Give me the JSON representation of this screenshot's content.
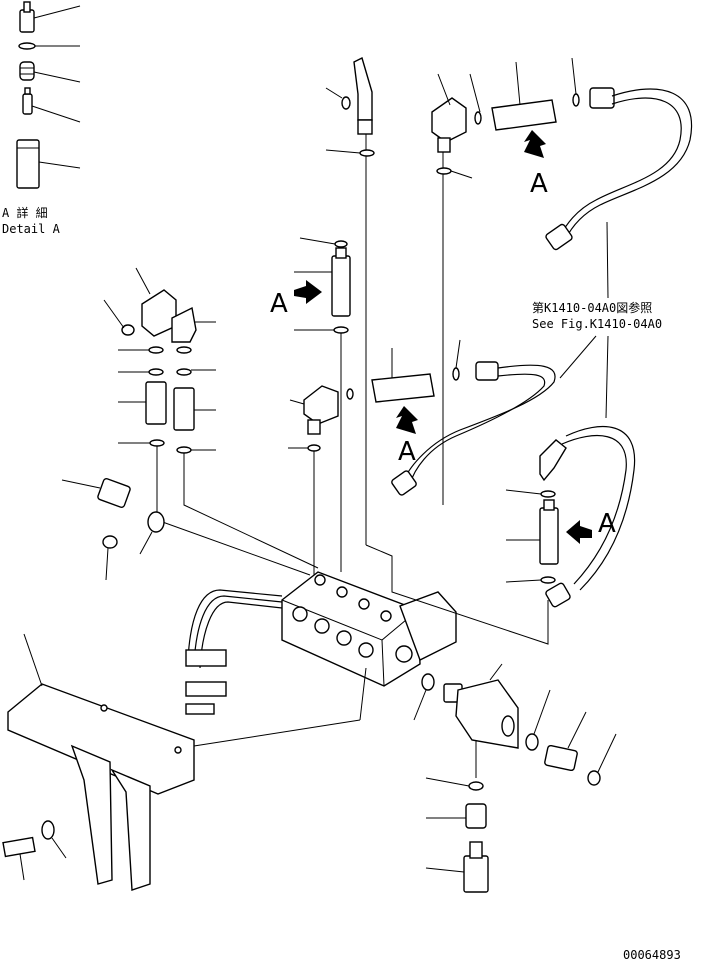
{
  "detail_label": {
    "jp": "A 詳 細",
    "en": "Detail A"
  },
  "reference_note": {
    "jp": "第K1410-04A0図参照",
    "en": "See Fig.K1410-04A0"
  },
  "view_markers": [
    "A",
    "A",
    "A",
    "A"
  ],
  "drawing_number": "00064893"
}
